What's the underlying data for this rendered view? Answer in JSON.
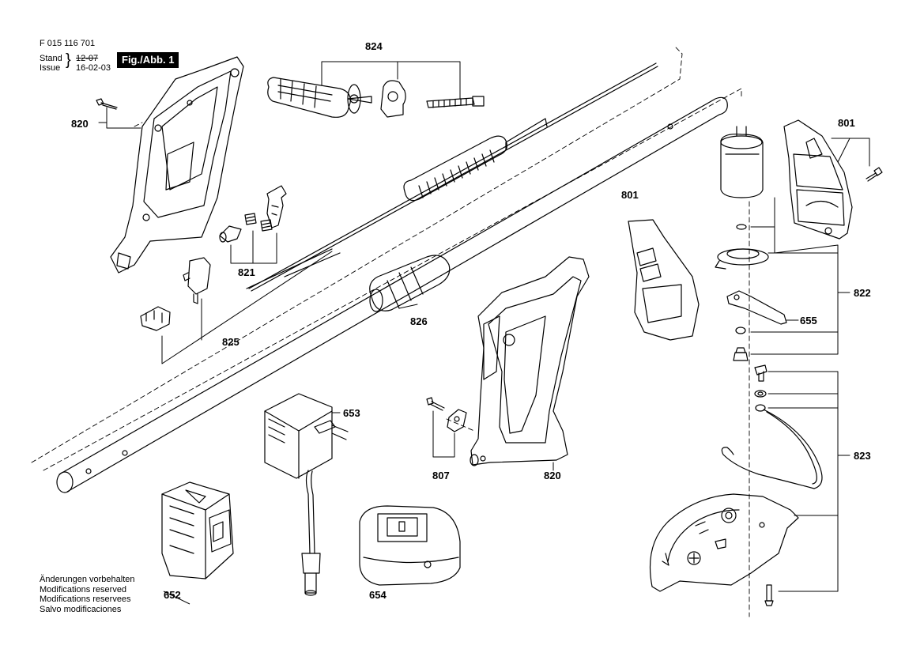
{
  "header": {
    "doc_number": "F 015 116 701",
    "stand_label": "Stand",
    "issue_label": "Issue",
    "stand_date": "12-07",
    "issue_date": "16-02-03",
    "figure_label": "Fig./Abb. 1"
  },
  "notes": [
    "Änderungen vorbehalten",
    "Modifications reserved",
    "Modifications reservees",
    "Salvo modificaciones"
  ],
  "part_labels": {
    "p824": "824",
    "p820_top": "820",
    "p801_right": "801",
    "p801_mid": "801",
    "p821": "821",
    "p825": "825",
    "p826": "826",
    "p822": "822",
    "p655": "655",
    "p653": "653",
    "p807": "807",
    "p820_bottom": "820",
    "p823": "823",
    "p652": "652",
    "p654": "654"
  }
}
